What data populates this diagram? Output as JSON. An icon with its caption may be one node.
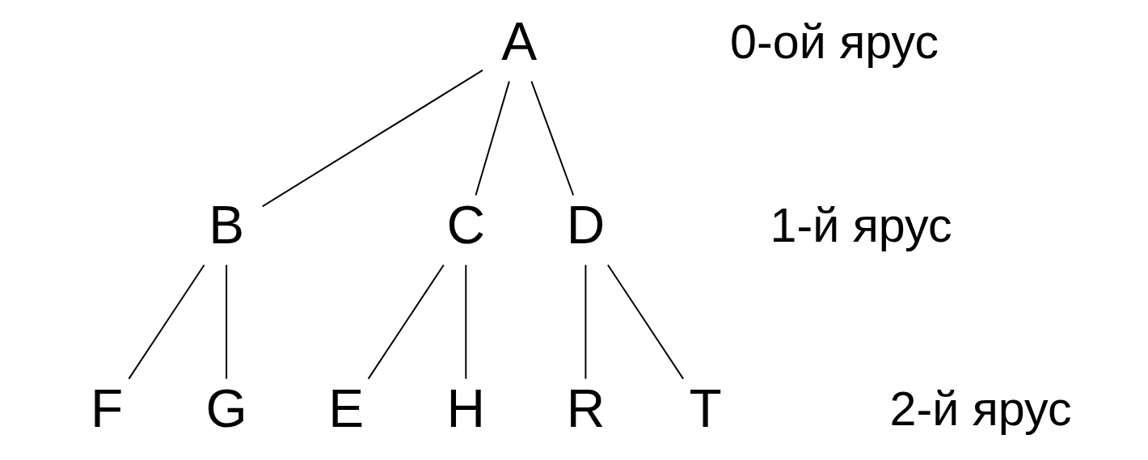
{
  "diagram": {
    "nodes": [
      {
        "text": [
          "A"
        ]
      },
      {
        "text": [
          "B"
        ]
      },
      {
        "text": [
          "C"
        ]
      },
      {
        "text": [
          "D"
        ]
      },
      {
        "text": [
          "F"
        ]
      },
      {
        "text": [
          "G"
        ]
      },
      {
        "text": [
          "E"
        ]
      },
      {
        "text": [
          "H"
        ]
      },
      {
        "text": [
          "R"
        ]
      },
      {
        "text": [
          "T"
        ]
      }
    ],
    "edges": [
      {
        "from": 0,
        "to": 1,
        "arrow": "none"
      },
      {
        "from": 0,
        "to": 2,
        "arrow": "none"
      },
      {
        "from": 0,
        "to": 3,
        "arrow": "none"
      },
      {
        "from": 1,
        "to": 4,
        "arrow": "none"
      },
      {
        "from": 1,
        "to": 5,
        "arrow": "none"
      },
      {
        "from": 2,
        "to": 6,
        "arrow": "none"
      },
      {
        "from": 2,
        "to": 7,
        "arrow": "none"
      },
      {
        "from": 3,
        "to": 8,
        "arrow": "none"
      },
      {
        "from": 3,
        "to": 9,
        "arrow": "none"
      }
    ],
    "labels": [
      "0-ой ярус",
      "1-й ярус",
      "2-й ярус"
    ]
  }
}
